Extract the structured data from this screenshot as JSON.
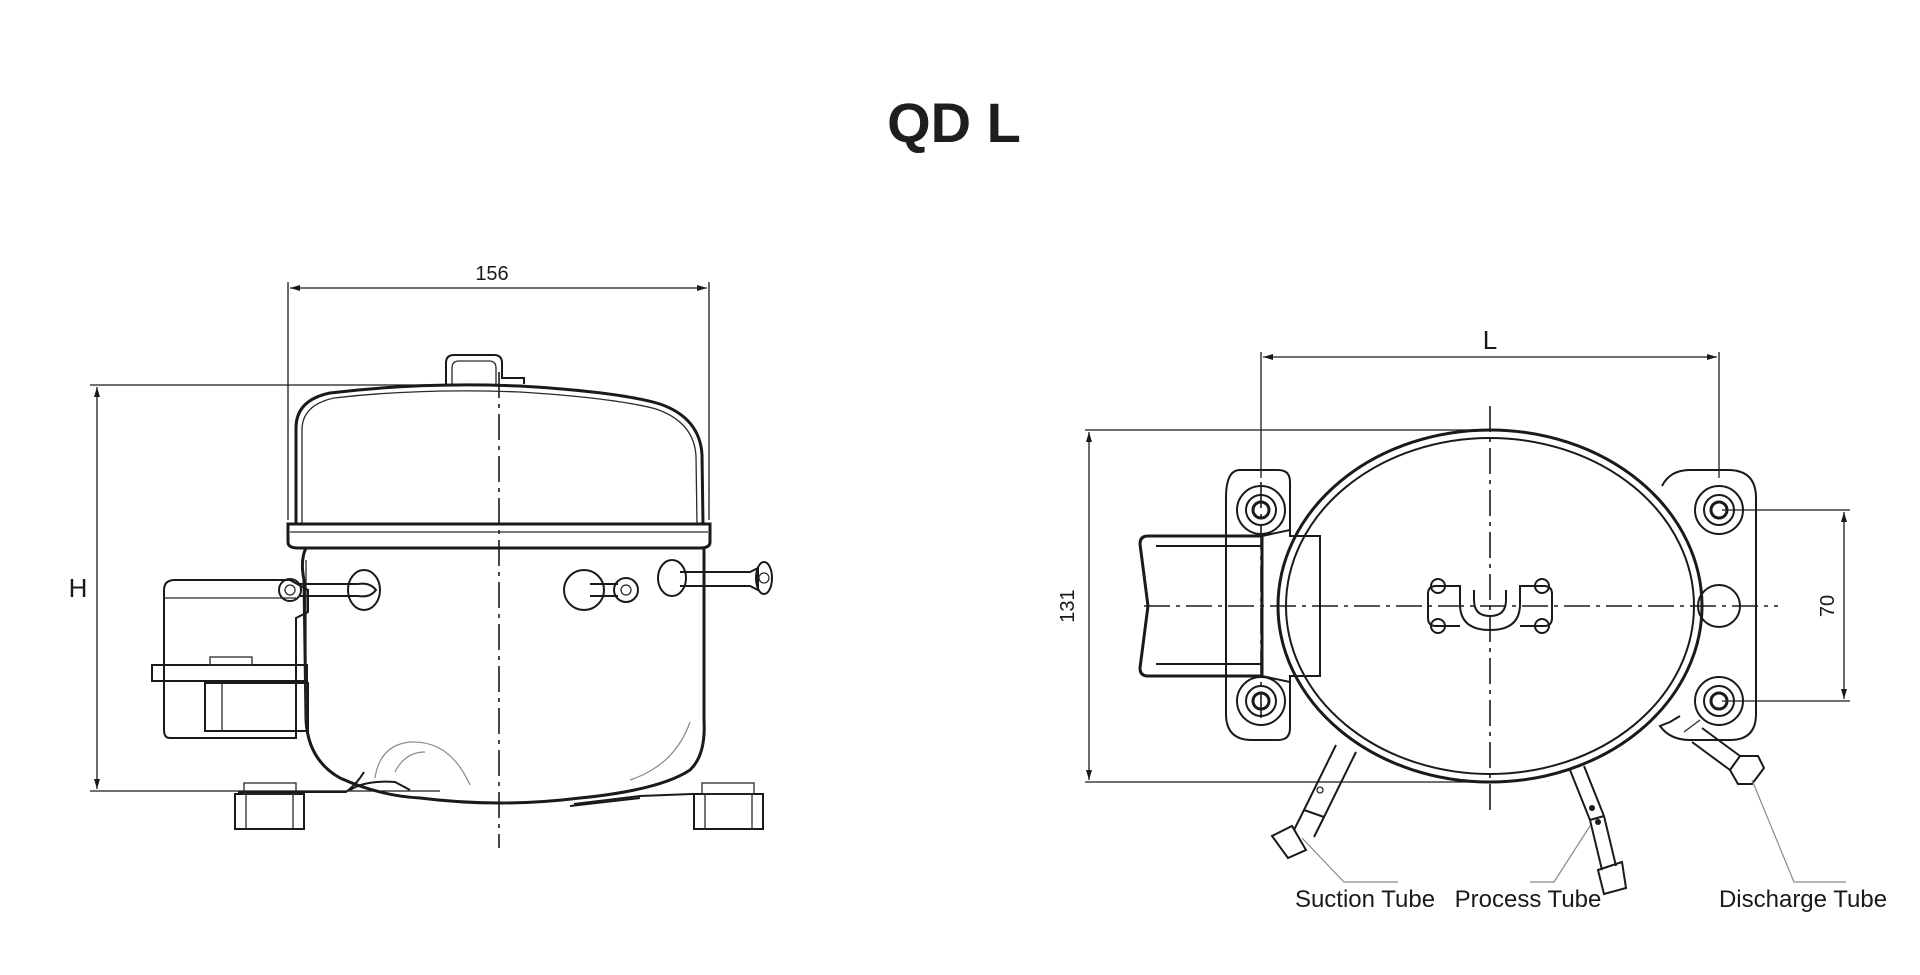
{
  "title": "QD L",
  "front_view": {
    "width_dim": "156",
    "height_dim": "H"
  },
  "top_view": {
    "length_dim": "L",
    "depth_dim": "131",
    "mount_dim": "70"
  },
  "callouts": {
    "suction": "Suction Tube",
    "process": "Process Tube",
    "discharge": "Discharge Tube"
  }
}
